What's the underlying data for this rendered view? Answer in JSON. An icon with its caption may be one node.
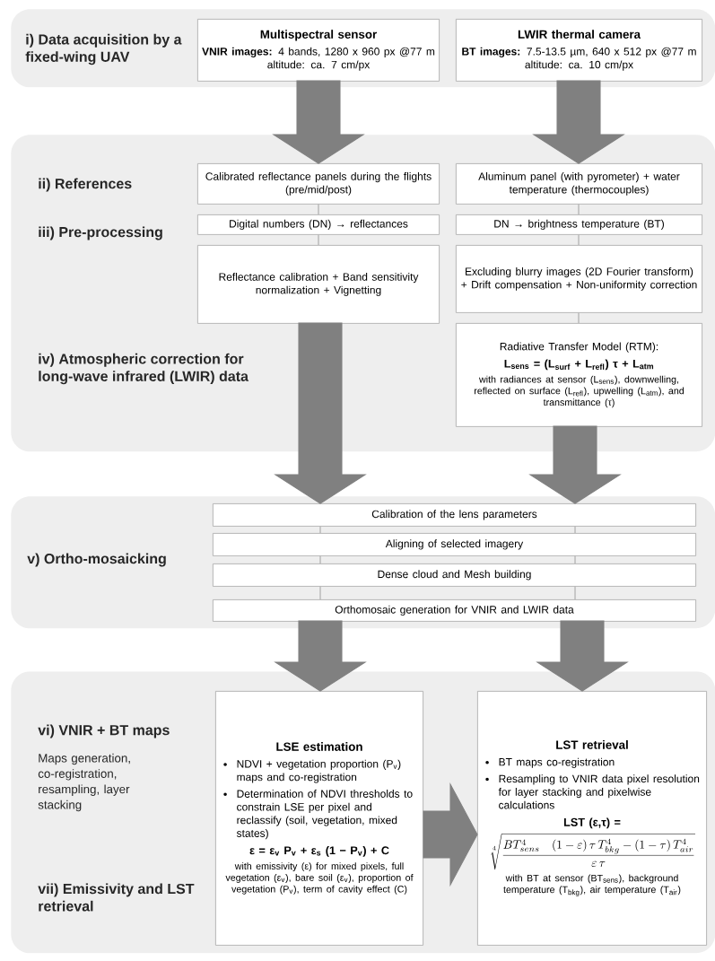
{
  "diagram": {
    "nodes": [
      {
        "text": [
          "i) Data acquisition by a fixed-wing UAV"
        ]
      },
      {
        "text": [
          "Multispectral sensor",
          "**VNIR images:** 4 bands, 1280 x 960 px @77 m altitude: ca. 7 cm/px"
        ],
        "in": 0
      },
      {
        "text": [
          "LWIR thermal camera",
          "**BT images:** 7.5-13.5 µm, 640 x 512 px @77 m altitude: ca. 10 cm/px"
        ],
        "in": 0
      },
      {
        "text": [
          "ii) References",
          "iii) Pre-processing",
          "iv) Atmospheric correction for long-wave infrared (LWIR) data"
        ]
      },
      {
        "text": [
          "Calibrated reflectance panels during the flights (pre/mid/post)"
        ],
        "in": 3
      },
      {
        "text": [
          "Aluminum panel (with pyrometer) + water temperature (thermocouples)"
        ],
        "in": 3
      },
      {
        "text": [
          "Digital numbers (DN) → reflectances"
        ],
        "in": 3
      },
      {
        "text": [
          "DN → brightness temperature (BT)"
        ],
        "in": 3
      },
      {
        "text": [
          "Reflectance calibration + Band sensitivity normalization + Vignetting"
        ],
        "in": 3
      },
      {
        "text": [
          "Excluding blurry images (2D Fourier transform) + Drift compensation + Non-uniformity correction"
        ],
        "in": 3
      },
      {
        "text": [
          "Radiative Transfer Model (RTM):",
          "L$_{sens}$ = (L$_{surf}$ + L$_{refl}$) τ + L$_{atm}$",
          "with radiances at sensor (L$_{sens}$), downwelling, reflected on surface (L$_{refl}$), upwelling (L$_{atm}$), and transmittance (τ)"
        ],
        "in": 3
      },
      {
        "text": [
          "v) Ortho-mosaicking"
        ]
      },
      {
        "text": [
          "Calibration of the lens parameters"
        ],
        "in": 11
      },
      {
        "text": [
          "Aligning of selected imagery"
        ],
        "in": 11
      },
      {
        "text": [
          "Dense cloud and Mesh building"
        ],
        "in": 11
      },
      {
        "text": [
          "Orthomosaic generation for VNIR and LWIR data"
        ],
        "in": 11
      },
      {
        "text": [
          "vi) VNIR + BT maps",
          "Maps generation, co-registration, resampling, layer stacking",
          "vii) Emissivity and LST retrieval"
        ]
      },
      {
        "text": [
          "LSE estimation",
          "NDVI + vegetation proportion (P$_{v}$) maps and co-registration",
          "Determination of NDVI thresholds to constrain LSE per pixel and reclassify (soil, vegetation, mixed states)",
          "ε = ε$_{v}$ P$_{v}$ + ε$_{s}$ (1 − P$_{v}$) + C",
          "with emissivity (ε) for mixed pixels, full vegetation (ε$_{v}$), bare soil (ε$_{v}$), proportion of vegetation (P$_{v}$), term of cavity effect (C)"
        ],
        "in": 16
      },
      {
        "text": [
          "LST retrieval",
          "BT maps co-registration",
          "Resampling to VNIR data pixel resolution for layer stacking and pixelwise calculations",
          "LST (ε,τ) =",
          "\\sqrt[4]{\\frac{BT^{4}_{sens}\\quad (1-\\varepsilon)\\,\\tau\\, T^{4}_{bkg} - (1-\\tau)\\, T^{4}_{air}}{\\varepsilon\\,\\tau}}",
          "with BT at sensor (BT$_{sens}$), background temperature (T$_{bkg}$), air temperature (T$_{air}$)"
        ],
        "in": 16
      }
    ],
    "edges": [
      {
        "from": 1,
        "to": 4,
        "arrow": "to",
        "style": "thick",
        "color": "#808080"
      },
      {
        "from": 2,
        "to": 5,
        "arrow": "to",
        "style": "thick",
        "color": "#808080"
      },
      {
        "from": 4,
        "to": 6,
        "arrow": "none"
      },
      {
        "from": 5,
        "to": 7,
        "arrow": "none"
      },
      {
        "from": 6,
        "to": 8,
        "arrow": "none"
      },
      {
        "from": 7,
        "to": 9,
        "arrow": "none"
      },
      {
        "from": 9,
        "to": 10,
        "arrow": "none"
      },
      {
        "from": 8,
        "to": 12,
        "arrow": "to",
        "style": "thick",
        "color": "#808080"
      },
      {
        "from": 10,
        "to": 12,
        "arrow": "to",
        "style": "thick",
        "color": "#808080"
      },
      {
        "from": 12,
        "to": 13,
        "arrow": "none"
      },
      {
        "from": 12,
        "to": 13,
        "arrow": "none"
      },
      {
        "from": 13,
        "to": 14,
        "arrow": "none"
      },
      {
        "from": 13,
        "to": 14,
        "arrow": "none"
      },
      {
        "from": 14,
        "to": 15,
        "arrow": "none"
      },
      {
        "from": 14,
        "to": 15,
        "arrow": "none"
      },
      {
        "from": 15,
        "to": 17,
        "arrow": "to",
        "style": "thick",
        "color": "#808080"
      },
      {
        "from": 15,
        "to": 18,
        "arrow": "to",
        "style": "thick",
        "color": "#808080"
      },
      {
        "from": 17,
        "to": 18,
        "arrow": "to",
        "style": "thick",
        "color": "#808080"
      }
    ]
  }
}
